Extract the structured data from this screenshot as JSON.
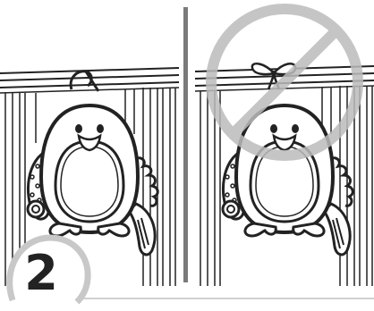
{
  "step": {
    "number": "2"
  },
  "panels": [
    {
      "name": "correct-hang",
      "icon": "penguin-toy-hung-by-hook"
    },
    {
      "name": "incorrect-hang",
      "icon": "penguin-toy-tied-with-bow",
      "overlay": "prohibited-sign-icon"
    }
  ],
  "colors": {
    "line": "#222222",
    "divider": "#7a7a7a",
    "badge_ring": "#c8c8c8",
    "prohibited": "#bcbcbc"
  }
}
